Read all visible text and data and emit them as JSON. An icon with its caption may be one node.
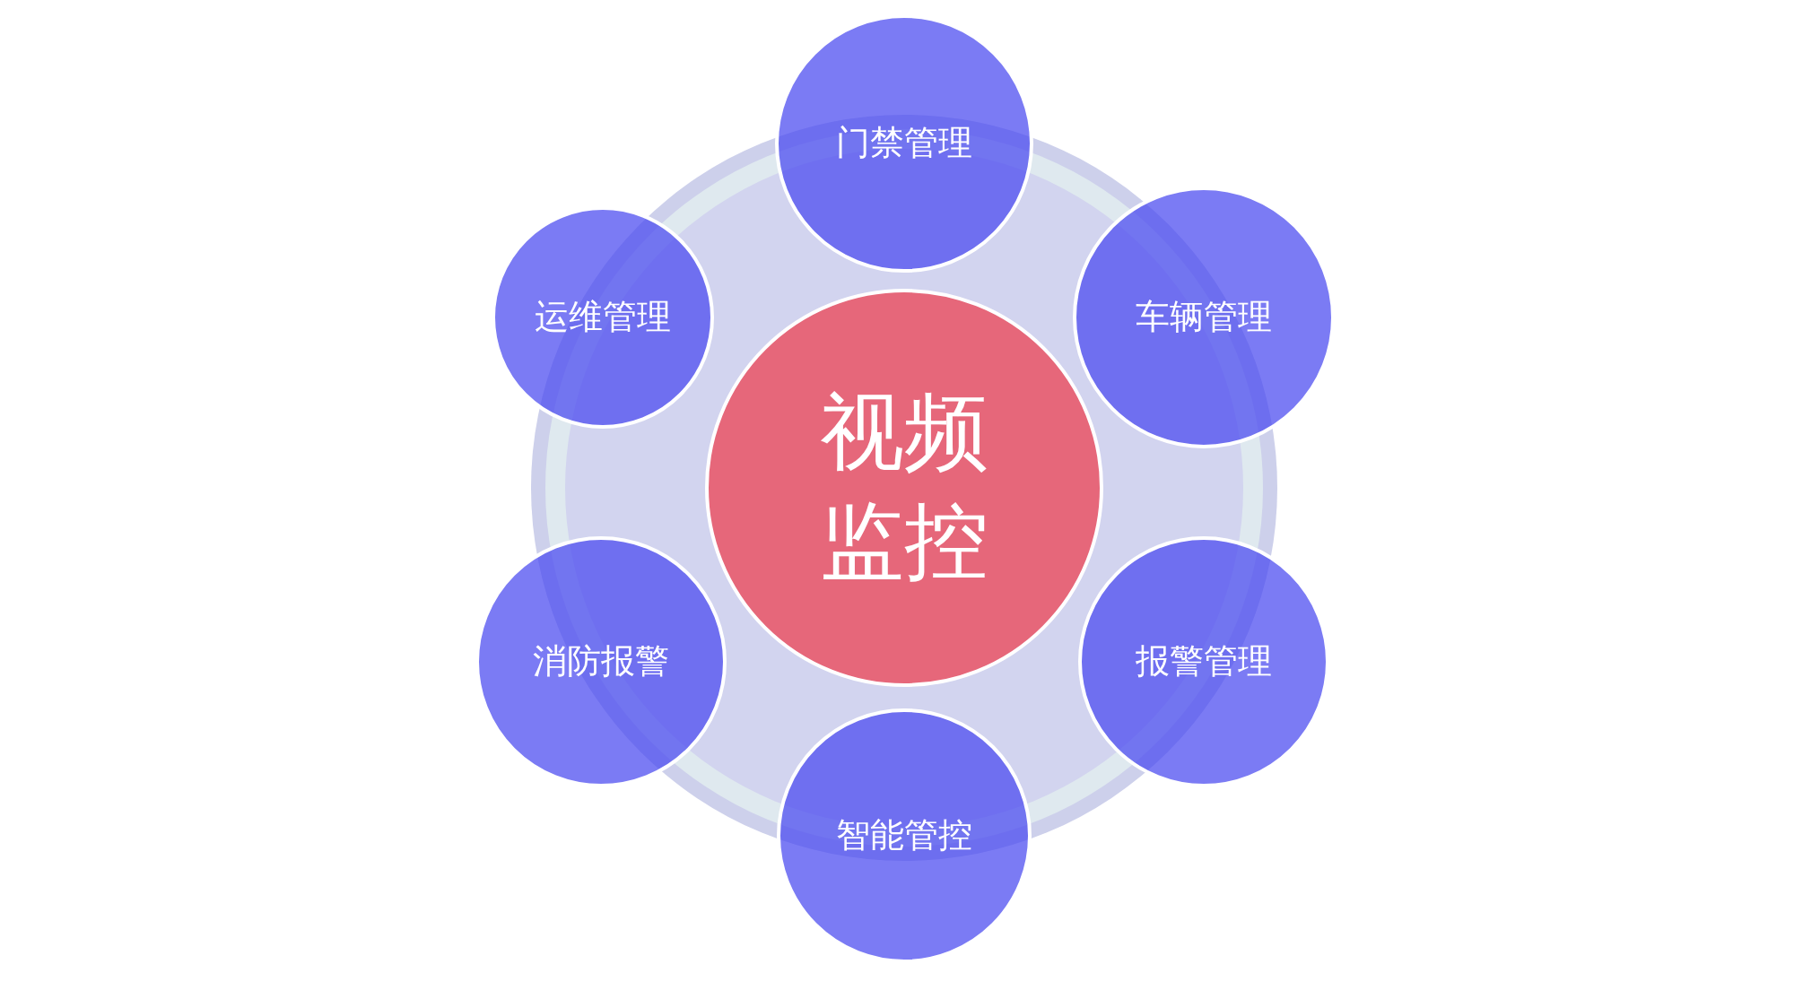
{
  "diagram": {
    "nodes": [
      {
        "text": [
          "门禁管理"
        ]
      },
      {
        "text": [
          "运维管理"
        ]
      },
      {
        "text": [
          "车辆管理"
        ]
      },
      {
        "text": [
          "视频监控"
        ]
      },
      {
        "text": [
          "消防报警"
        ]
      },
      {
        "text": [
          "报警管理"
        ]
      },
      {
        "text": [
          "智能管控"
        ]
      }
    ]
  }
}
